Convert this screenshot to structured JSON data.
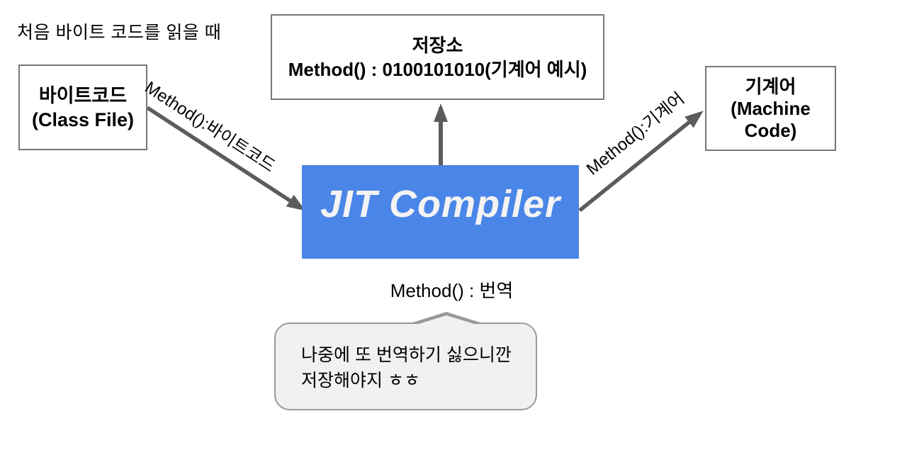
{
  "colors": {
    "jit_bg": "#4a86e8",
    "jit_text": "#f3f3f3",
    "arrow": "#5c5c5c",
    "box_border": "#777777",
    "bubble_bg": "#f1f1f1",
    "bubble_border": "#999999"
  },
  "title": "처음 바이트 코드를 읽을 때",
  "nodes": {
    "bytecode": {
      "title": "바이트코드",
      "subtitle": "(Class File)"
    },
    "storage": {
      "title": "저장소",
      "subtitle": "Method() : 0100101010(기계어 예시)"
    },
    "machine": {
      "line1": "기계어",
      "line2": "(Machine",
      "line3": "Code)"
    },
    "jit": {
      "title": "JIT Compiler"
    }
  },
  "edges": {
    "bytecode_to_jit": "Method():바이트코드",
    "jit_to_machine": "Method():기계어"
  },
  "labels": {
    "method_translate": "Method() : 번역"
  },
  "bubble": {
    "line1": "나중에 또 번역하기 싫으니깐",
    "line2": "저장해야지 ㅎㅎ"
  }
}
